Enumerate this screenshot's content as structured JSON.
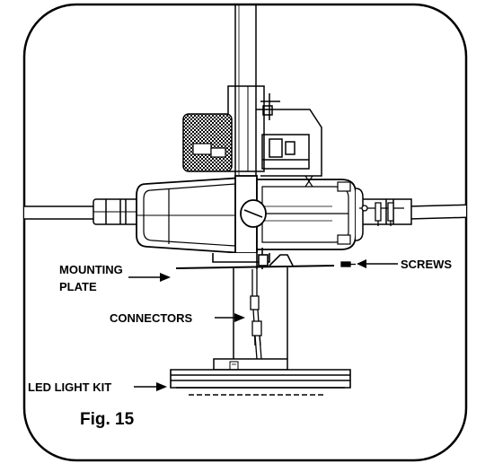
{
  "labels": {
    "mounting_plate_line1": "MOUNTING",
    "mounting_plate_line2": "PLATE",
    "screws": "SCREWS",
    "connectors": "CONNECTORS",
    "led_light_kit": "LED LIGHT KIT"
  },
  "figure": {
    "caption": "Fig. 15"
  },
  "colors": {
    "line": "#000000",
    "background": "#ffffff"
  }
}
